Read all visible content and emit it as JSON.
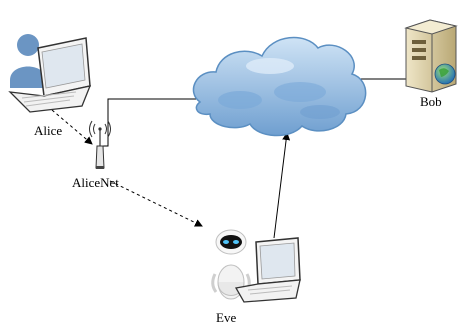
{
  "nodes": {
    "alice": {
      "label": "Alice",
      "icon": "laptop-user-icon"
    },
    "alicenet": {
      "label": "AliceNet",
      "icon": "wireless-router-icon"
    },
    "bob": {
      "label": "Bob",
      "icon": "server-icon"
    },
    "eve": {
      "label": "Eve",
      "icon": "robot-laptop-icon"
    },
    "internet": {
      "label": "",
      "icon": "cloud-icon"
    }
  },
  "edges": [
    {
      "from": "alicenet",
      "to": "internet",
      "style": "solid"
    },
    {
      "from": "internet",
      "to": "bob",
      "style": "solid"
    },
    {
      "from": "eve",
      "to": "internet",
      "style": "solid-arrow"
    },
    {
      "from": "alice",
      "to": "alicenet",
      "style": "dashed-arrow"
    },
    {
      "from": "alicenet",
      "to": "eve",
      "style": "dashed-arrow"
    }
  ],
  "colors": {
    "cloud_fill": "#9cc3e6",
    "cloud_dark": "#5b8fc2",
    "server_body": "#d8c89a",
    "globe": "#2f8f3a",
    "user_icon": "#6b95c3",
    "line": "#000000"
  }
}
